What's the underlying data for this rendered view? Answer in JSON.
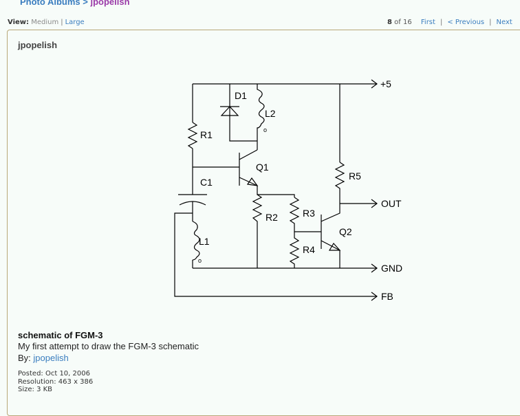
{
  "breadcrumb": {
    "root": "Photo Albums",
    "separator": ">",
    "current": "jpopelish"
  },
  "view": {
    "label": "View:",
    "options": [
      {
        "label": "Medium",
        "active": true
      },
      {
        "label": "Large",
        "active": false
      }
    ]
  },
  "pager": {
    "current": "8",
    "of_text": "of 16",
    "first": "First",
    "previous": "< Previous",
    "next": "Next"
  },
  "album": {
    "title": "jpopelish"
  },
  "schematic": {
    "labels": {
      "d1": "D1",
      "l2": "L2",
      "r1": "R1",
      "q1": "Q1",
      "c1": "C1",
      "r2": "R2",
      "l1": "L1",
      "r3": "R3",
      "r4": "R4",
      "q2": "Q2",
      "r5": "R5",
      "plus5": "+5",
      "out": "OUT",
      "gnd": "GND",
      "fb": "FB",
      "dot": "o"
    }
  },
  "photo": {
    "title": "schematic of FGM-3",
    "description": "My first attempt to draw the FGM-3 schematic",
    "by_label": "By:",
    "author": "jpopelish",
    "posted": "Posted: Oct 10, 2006",
    "resolution": "Resolution: 463 x 386",
    "size": "Size: 3 KB"
  },
  "colors": {
    "link": "#3a7dbf",
    "visited": "#9a3aa8",
    "frame_border": "#b8a777",
    "background": "#f7fcf9"
  }
}
